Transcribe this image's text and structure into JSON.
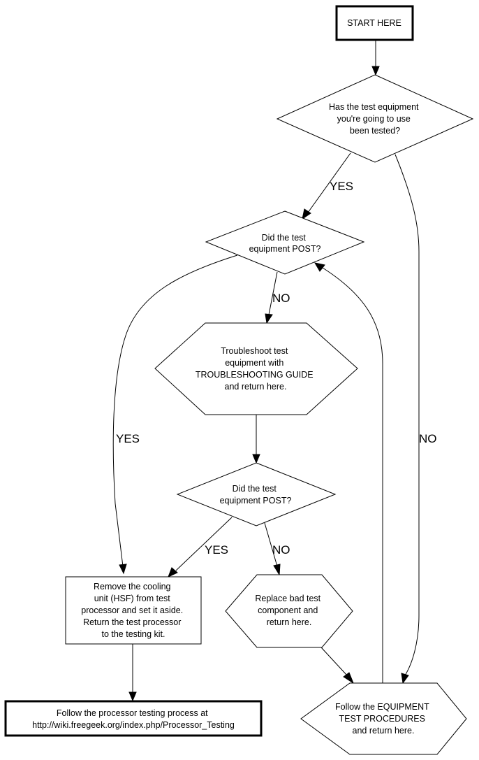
{
  "diagram": {
    "type": "flowchart",
    "nodes": {
      "start": {
        "shape": "box-bold",
        "lines": [
          "START HERE"
        ]
      },
      "q_tested": {
        "shape": "diamond",
        "lines": [
          "Has the test equipment",
          "you're going to use",
          "been tested?"
        ]
      },
      "q_post1": {
        "shape": "diamond",
        "lines": [
          "Did the test",
          "equipment POST?"
        ]
      },
      "troubleshoot": {
        "shape": "hexagon",
        "lines": [
          "Troubleshoot test",
          "equipment with",
          "TROUBLESHOOTING GUIDE",
          "and return here."
        ]
      },
      "q_post2": {
        "shape": "diamond",
        "lines": [
          "Did the test",
          "equipment POST?"
        ]
      },
      "remove_hsf": {
        "shape": "box",
        "lines": [
          "Remove the cooling",
          "unit (HSF) from test",
          "processor and set it aside.",
          "Return the test processor",
          "to the testing kit."
        ]
      },
      "replace": {
        "shape": "hexagon",
        "lines": [
          "Replace bad test",
          "component and",
          "return here."
        ]
      },
      "follow_processor": {
        "shape": "box-bold",
        "lines": [
          "Follow the processor testing process at",
          "http://wiki.freegeek.org/index.php/Processor_Testing"
        ]
      },
      "follow_equipment": {
        "shape": "hexagon",
        "lines": [
          "Follow the EQUIPMENT",
          "TEST PROCEDURES",
          "and return here."
        ]
      }
    },
    "edges": [
      {
        "from": "start",
        "to": "q_tested",
        "label": ""
      },
      {
        "from": "q_tested",
        "to": "q_post1",
        "label": "YES"
      },
      {
        "from": "q_tested",
        "to": "follow_equipment",
        "label": "NO"
      },
      {
        "from": "q_post1",
        "to": "troubleshoot",
        "label": "NO"
      },
      {
        "from": "q_post1",
        "to": "remove_hsf",
        "label": "YES"
      },
      {
        "from": "troubleshoot",
        "to": "q_post2",
        "label": ""
      },
      {
        "from": "q_post2",
        "to": "remove_hsf",
        "label": "YES"
      },
      {
        "from": "q_post2",
        "to": "replace",
        "label": "NO"
      },
      {
        "from": "replace",
        "to": "follow_equipment",
        "label": ""
      },
      {
        "from": "follow_equipment",
        "to": "q_post1",
        "label": ""
      },
      {
        "from": "remove_hsf",
        "to": "follow_processor",
        "label": ""
      }
    ]
  }
}
